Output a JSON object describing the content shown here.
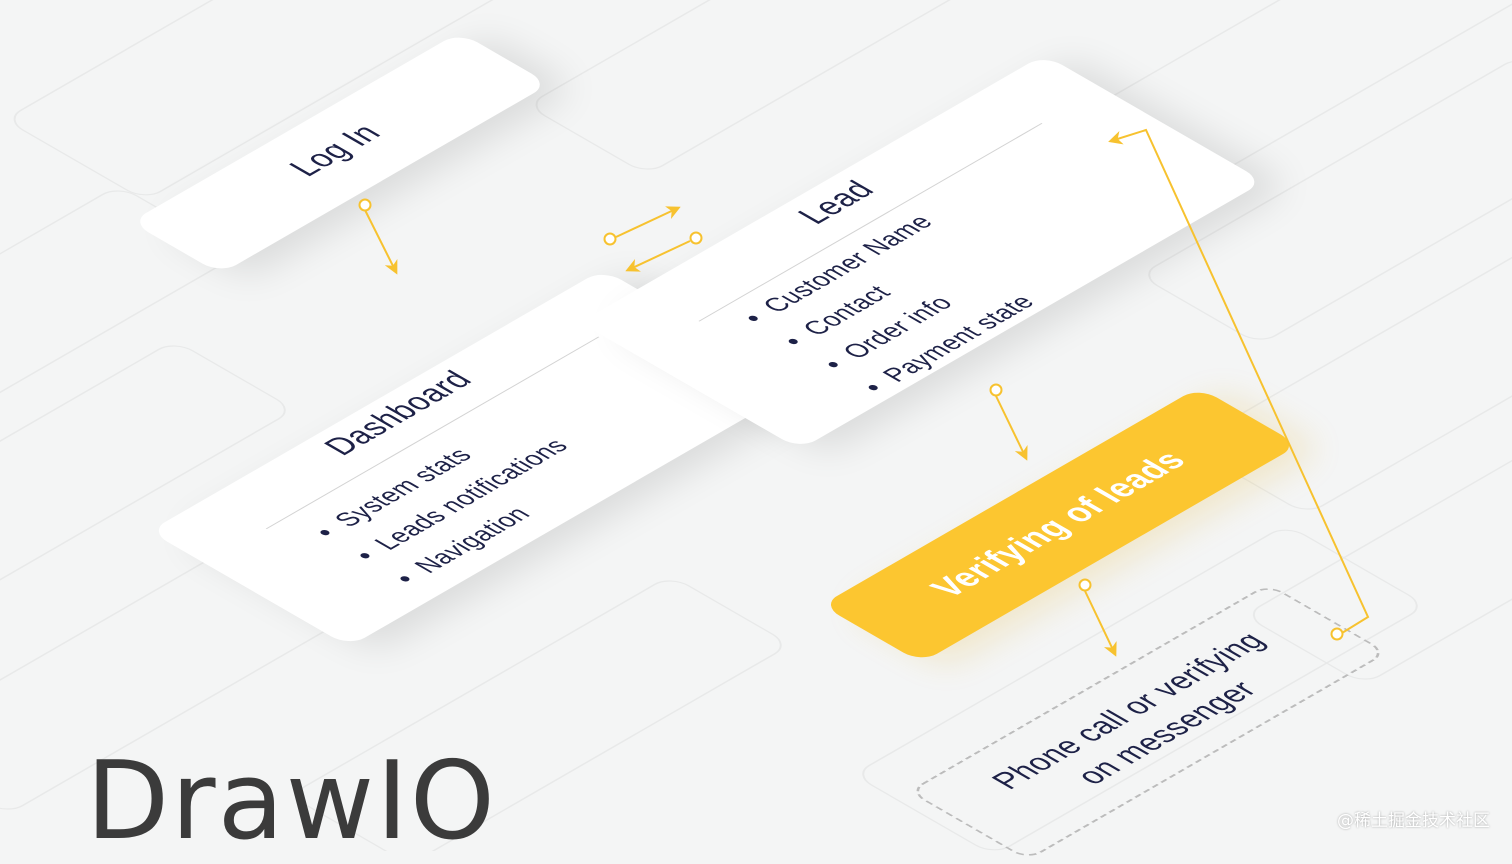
{
  "colors": {
    "background": "#f4f5f5",
    "accent": "#fcc630",
    "connector": "#f7c22f",
    "text": "#1d2147",
    "card": "#ffffff",
    "dashed_border": "#bcbcbc"
  },
  "nodes": {
    "login": {
      "title": "Log In"
    },
    "dashboard": {
      "title": "Dashboard",
      "items": [
        "System stats",
        "Leads notifications",
        "Navigation"
      ]
    },
    "lead": {
      "title": "Lead",
      "items": [
        "Customer Name",
        "Contact",
        "Order info",
        "Payment state"
      ]
    },
    "verifying": {
      "title": "Verifying of leads"
    },
    "phone": {
      "title_line1": "Phone call or verifying",
      "title_line2": "on messenger"
    }
  },
  "brand": {
    "name": "DrawIO"
  },
  "watermark": "@稀土掘金技术社区"
}
